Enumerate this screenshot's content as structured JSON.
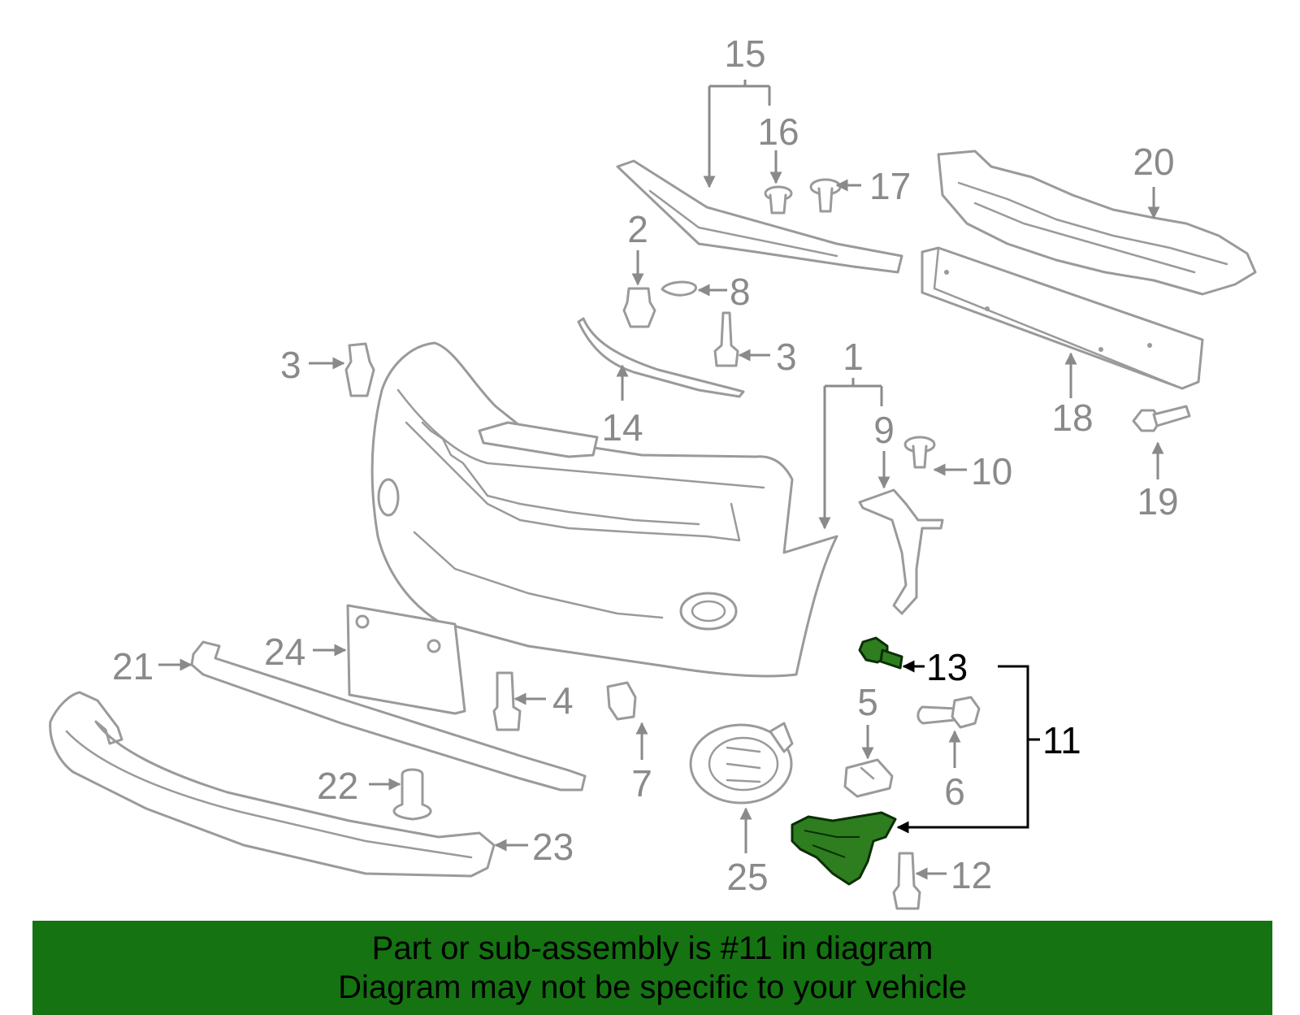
{
  "diagram": {
    "highlight_color": "#2e7d1f",
    "callouts": [
      "1",
      "2",
      "3",
      "3",
      "4",
      "5",
      "6",
      "7",
      "8",
      "9",
      "10",
      "11",
      "12",
      "13",
      "14",
      "15",
      "16",
      "17",
      "18",
      "19",
      "20",
      "21",
      "22",
      "23",
      "24",
      "25"
    ],
    "highlighted_parts": [
      "11",
      "13"
    ]
  },
  "footer": {
    "line1": "Part or sub-assembly is #11 in diagram",
    "line2": "Diagram may not be specific to your vehicle",
    "background_color": "#157312"
  }
}
